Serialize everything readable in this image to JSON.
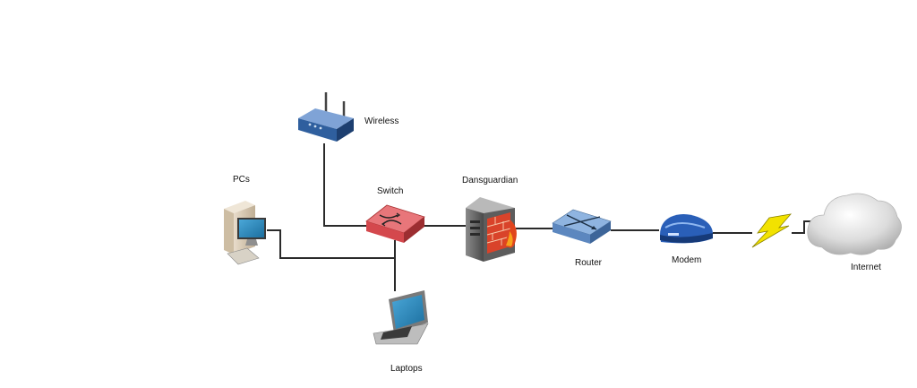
{
  "diagram": {
    "nodes": {
      "wireless": {
        "label": "Wireless",
        "icon": "wireless-router-icon"
      },
      "pcs": {
        "label": "PCs",
        "icon": "desktop-pc-icon"
      },
      "switch": {
        "label": "Switch",
        "icon": "network-switch-icon"
      },
      "dansguardian": {
        "label": "Dansguardian",
        "icon": "firewall-server-icon"
      },
      "router": {
        "label": "Router",
        "icon": "router-icon"
      },
      "modem": {
        "label": "Modem",
        "icon": "modem-icon"
      },
      "internet": {
        "label": "Internet",
        "icon": "cloud-icon"
      },
      "laptops": {
        "label": "Laptops",
        "icon": "laptop-icon"
      }
    },
    "links": [
      [
        "wireless",
        "switch"
      ],
      [
        "pcs",
        "switch"
      ],
      [
        "laptops",
        "switch"
      ],
      [
        "switch",
        "dansguardian"
      ],
      [
        "dansguardian",
        "router"
      ],
      [
        "router",
        "modem"
      ],
      [
        "modem",
        "internet"
      ]
    ],
    "colors": {
      "line": "#2a2a2a",
      "switch": "#e0555a",
      "router": "#6b9ad0",
      "modem": "#2a5fb8",
      "firewall": "#d9432a",
      "lightning": "#f2e200",
      "wireless": "#2f5f9e"
    }
  }
}
